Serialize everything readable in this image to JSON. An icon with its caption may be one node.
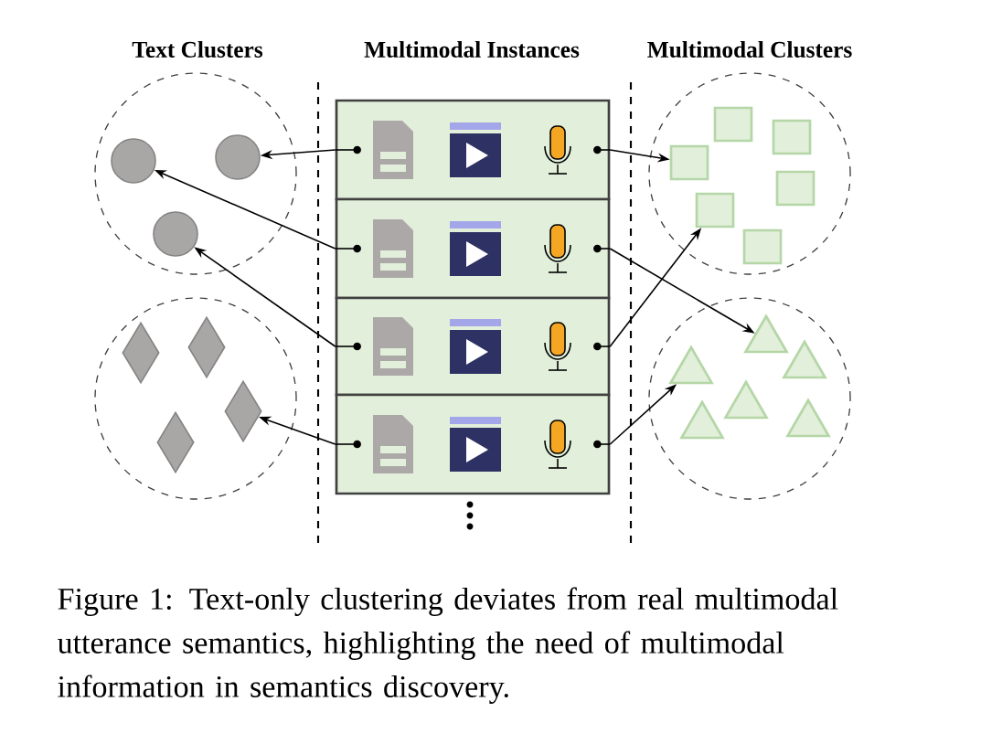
{
  "diagram": {
    "caption": "Figure 1:  Text-only clustering deviates from real multimodal utterance semantics, highlighting the need of multimodal information in semantics discovery.",
    "nodes": [
      {
        "text": [],
        "shape": "circle"
      },
      {
        "text": [],
        "shape": "circle",
        "in": 0
      },
      {
        "text": [],
        "shape": "circle",
        "in": 0
      },
      {
        "text": [],
        "shape": "circle",
        "in": 0
      },
      {
        "text": [],
        "shape": "circle"
      },
      {
        "text": [],
        "shape": "diamond",
        "in": 4
      },
      {
        "text": [],
        "shape": "diamond",
        "in": 4
      },
      {
        "text": [],
        "shape": "diamond",
        "in": 4
      },
      {
        "text": [],
        "shape": "diamond",
        "in": 4
      },
      {
        "text": [],
        "shape": "box"
      },
      {
        "text": [],
        "shape": "box"
      },
      {
        "text": [],
        "shape": "box"
      },
      {
        "text": [],
        "shape": "box"
      },
      {
        "text": [],
        "shape": "circle"
      },
      {
        "text": [],
        "shape": "box",
        "in": 13
      },
      {
        "text": [],
        "shape": "box",
        "in": 13
      },
      {
        "text": [],
        "shape": "box",
        "in": 13
      },
      {
        "text": [],
        "shape": "box",
        "in": 13
      },
      {
        "text": [],
        "shape": "box",
        "in": 13
      },
      {
        "text": [],
        "shape": "box",
        "in": 13
      },
      {
        "text": [],
        "shape": "circle"
      },
      {
        "text": [],
        "shape": "triangle",
        "in": 20
      },
      {
        "text": [],
        "shape": "triangle",
        "in": 20
      },
      {
        "text": [],
        "shape": "triangle",
        "in": 20
      },
      {
        "text": [],
        "shape": "triangle",
        "in": 20
      },
      {
        "text": [],
        "shape": "triangle",
        "in": 20
      },
      {
        "text": [],
        "shape": "triangle",
        "in": 20
      }
    ],
    "edges": [
      {
        "from": 9,
        "to": 2,
        "arrow": "to"
      },
      {
        "from": 10,
        "to": 1,
        "arrow": "to"
      },
      {
        "from": 11,
        "to": 3,
        "arrow": "to"
      },
      {
        "from": 12,
        "to": 7,
        "arrow": "to"
      },
      {
        "from": 9,
        "to": 16,
        "arrow": "to"
      },
      {
        "from": 10,
        "to": 21,
        "arrow": "to"
      },
      {
        "from": 11,
        "to": 18,
        "arrow": "to"
      },
      {
        "from": 12,
        "to": 22,
        "arrow": "to"
      }
    ],
    "labels": [
      "Text Clusters",
      "Multimodal Instances",
      "Multimodal Clusters"
    ]
  }
}
